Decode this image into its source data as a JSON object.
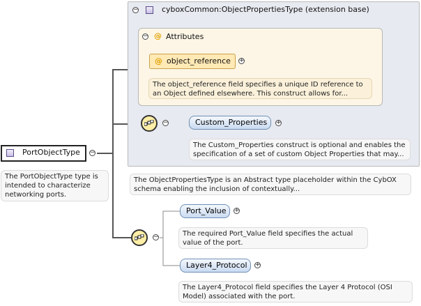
{
  "extension": {
    "title": "cyboxCommon:ObjectPropertiesType (extension base)",
    "description": "The ObjectPropertiesType is an Abstract type placeholder within the CybOX schema enabling the inclusion of contextually..."
  },
  "attributes": {
    "title": "Attributes",
    "object_reference": {
      "label": "object_reference",
      "description": "The object_reference field specifies a unique ID reference to an Object defined elsewhere. This construct allows for..."
    }
  },
  "custom_properties": {
    "label": "Custom_Properties",
    "description": "The Custom_Properties construct is optional and enables the specification of a set of custom Object Properties that may..."
  },
  "root": {
    "label": "PortObjectType",
    "description": "The PortObjectType type is intended to characterize networking ports."
  },
  "port_value": {
    "label": "Port_Value",
    "description": "The required Port_Value field specifies the actual value of the port."
  },
  "layer4_protocol": {
    "label": "Layer4_Protocol",
    "description": "The Layer4_Protocol field specifies the Layer 4 Protocol (OSI Model) associated with the port."
  },
  "icons": {
    "attribute": "@",
    "collapse": "−",
    "expand": "+"
  }
}
